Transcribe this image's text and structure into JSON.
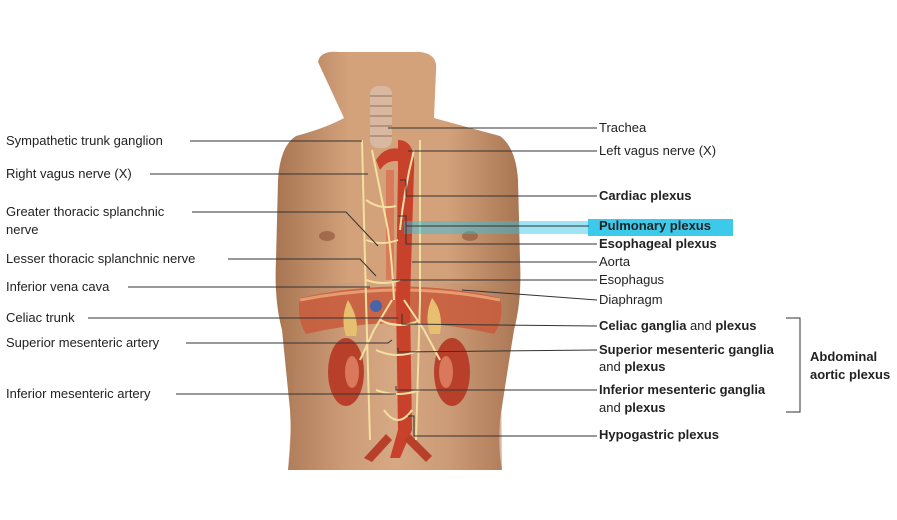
{
  "left_labels": {
    "sympathetic_trunk_ganglion": "Sympathetic trunk ganglion",
    "right_vagus_nerve": "Right vagus nerve (X)",
    "greater_splanchnic_line1": "Greater thoracic splanchnic",
    "greater_splanchnic_line2": "nerve",
    "lesser_splanchnic": "Lesser thoracic splanchnic nerve",
    "inferior_vena_cava": "Inferior vena cava",
    "celiac_trunk": "Celiac trunk",
    "superior_mesenteric_artery": "Superior mesenteric artery",
    "inferior_mesenteric_artery": "Inferior mesenteric artery"
  },
  "right_labels": {
    "trachea": "Trachea",
    "left_vagus_nerve": "Left vagus nerve (X)",
    "cardiac_plexus": "Cardiac plexus",
    "pulmonary_plexus": "Pulmonary plexus",
    "esophageal_plexus": "Esophageal plexus",
    "aorta": "Aorta",
    "esophagus": "Esophagus",
    "diaphragm": "Diaphragm",
    "celiac_ganglia_bold1": "Celiac ganglia",
    "celiac_ganglia_and": " and ",
    "celiac_ganglia_bold2": "plexus",
    "sup_mes_line1": "Superior mesenteric ganglia",
    "sup_mes_and": "and ",
    "sup_mes_plexus": "plexus",
    "inf_mes_line1": "Inferior mesenteric ganglia",
    "inf_mes_and": "and ",
    "inf_mes_plexus": "plexus",
    "hypogastric_plexus": "Hypogastric plexus"
  },
  "group_label": {
    "line1": "Abdominal",
    "line2": "aortic plexus"
  },
  "colors": {
    "highlight": "#27c3e8",
    "skin": "#c9946c",
    "artery": "#c8412a",
    "nerve": "#f3dfa0",
    "leader": "#333333"
  }
}
